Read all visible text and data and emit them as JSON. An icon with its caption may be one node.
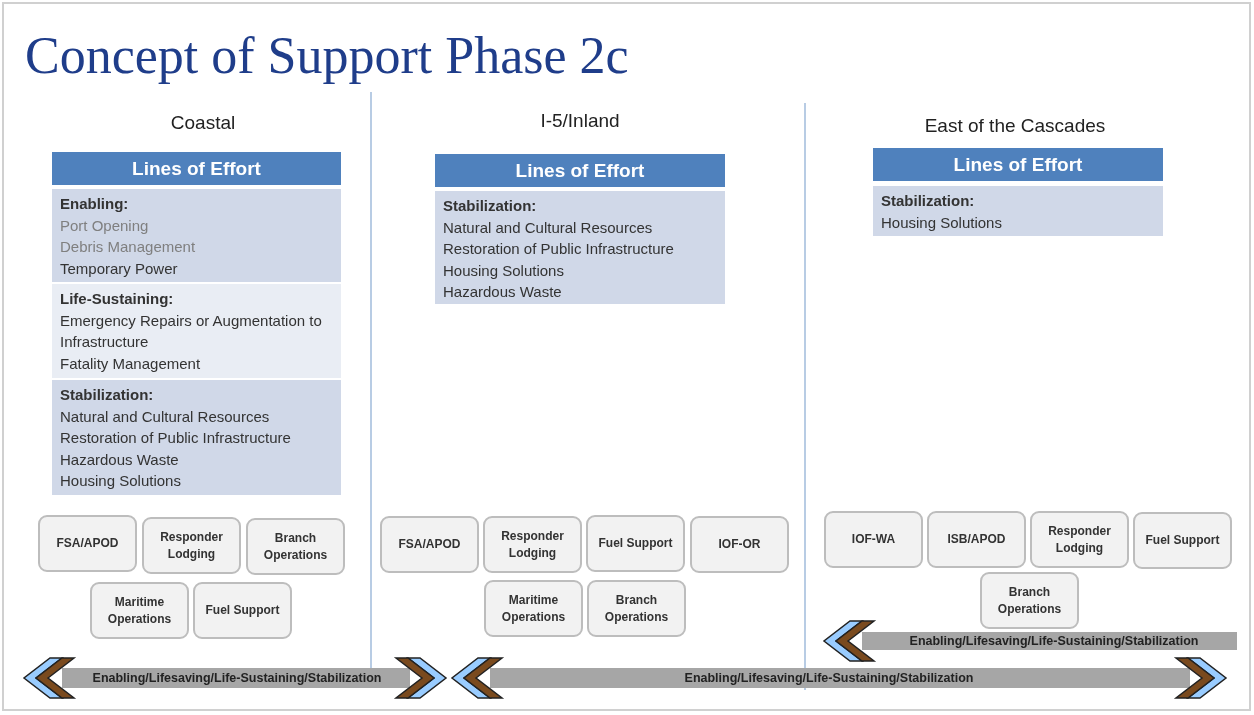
{
  "diagram": {
    "title": "Concept of Support Phase 2c",
    "nodes": [
      {
        "text": [
          "Lines of Effort"
        ]
      },
      {
        "text": [
          "Enabling:",
          "Port Opening",
          "Debris Management",
          "Temporary Power"
        ]
      },
      {
        "text": [
          "Life-Sustaining:",
          "Emergency Repairs or Augmentation to Infrastructure",
          "Fatality Management"
        ]
      },
      {
        "text": [
          "Stabilization:",
          "Natural and Cultural Resources",
          "Restoration of Public Infrastructure",
          "Hazardous Waste",
          "Housing Solutions"
        ]
      },
      {
        "text": [
          "Lines of Effort"
        ]
      },
      {
        "text": [
          "Stabilization:",
          "Natural and Cultural Resources",
          "Restoration of Public Infrastructure",
          "Housing Solutions",
          "Hazardous Waste"
        ]
      },
      {
        "text": [
          "Lines of Effort"
        ]
      },
      {
        "text": [
          "Stabilization:",
          "Housing Solutions"
        ]
      },
      {
        "text": [
          "FSA/APOD"
        ]
      },
      {
        "text": [
          "Responder Lodging"
        ]
      },
      {
        "text": [
          "Branch Operations"
        ]
      },
      {
        "text": [
          "Maritime Operations"
        ]
      },
      {
        "text": [
          "Fuel Support"
        ]
      },
      {
        "text": [
          "FSA/APOD"
        ]
      },
      {
        "text": [
          "Responder Lodging"
        ]
      },
      {
        "text": [
          "Fuel Support"
        ]
      },
      {
        "text": [
          "IOF-OR"
        ]
      },
      {
        "text": [
          "Maritime Operations"
        ]
      },
      {
        "text": [
          "Branch Operations"
        ]
      },
      {
        "text": [
          "IOF-WA"
        ]
      },
      {
        "text": [
          "ISB/APOD"
        ]
      },
      {
        "text": [
          "Responder Lodging"
        ]
      },
      {
        "text": [
          "Fuel Support"
        ]
      },
      {
        "text": [
          "Branch Operations"
        ]
      }
    ],
    "labels": [
      "Coastal",
      "I-5/Inland",
      "East of the Cascades",
      "Enabling/Lifesaving/Life-Sustaining/Stabilization",
      "Enabling/Lifesaving/Life-Sustaining/Stabilization",
      "Enabling/Lifesaving/Life-Sustaining/Stabilization"
    ]
  }
}
